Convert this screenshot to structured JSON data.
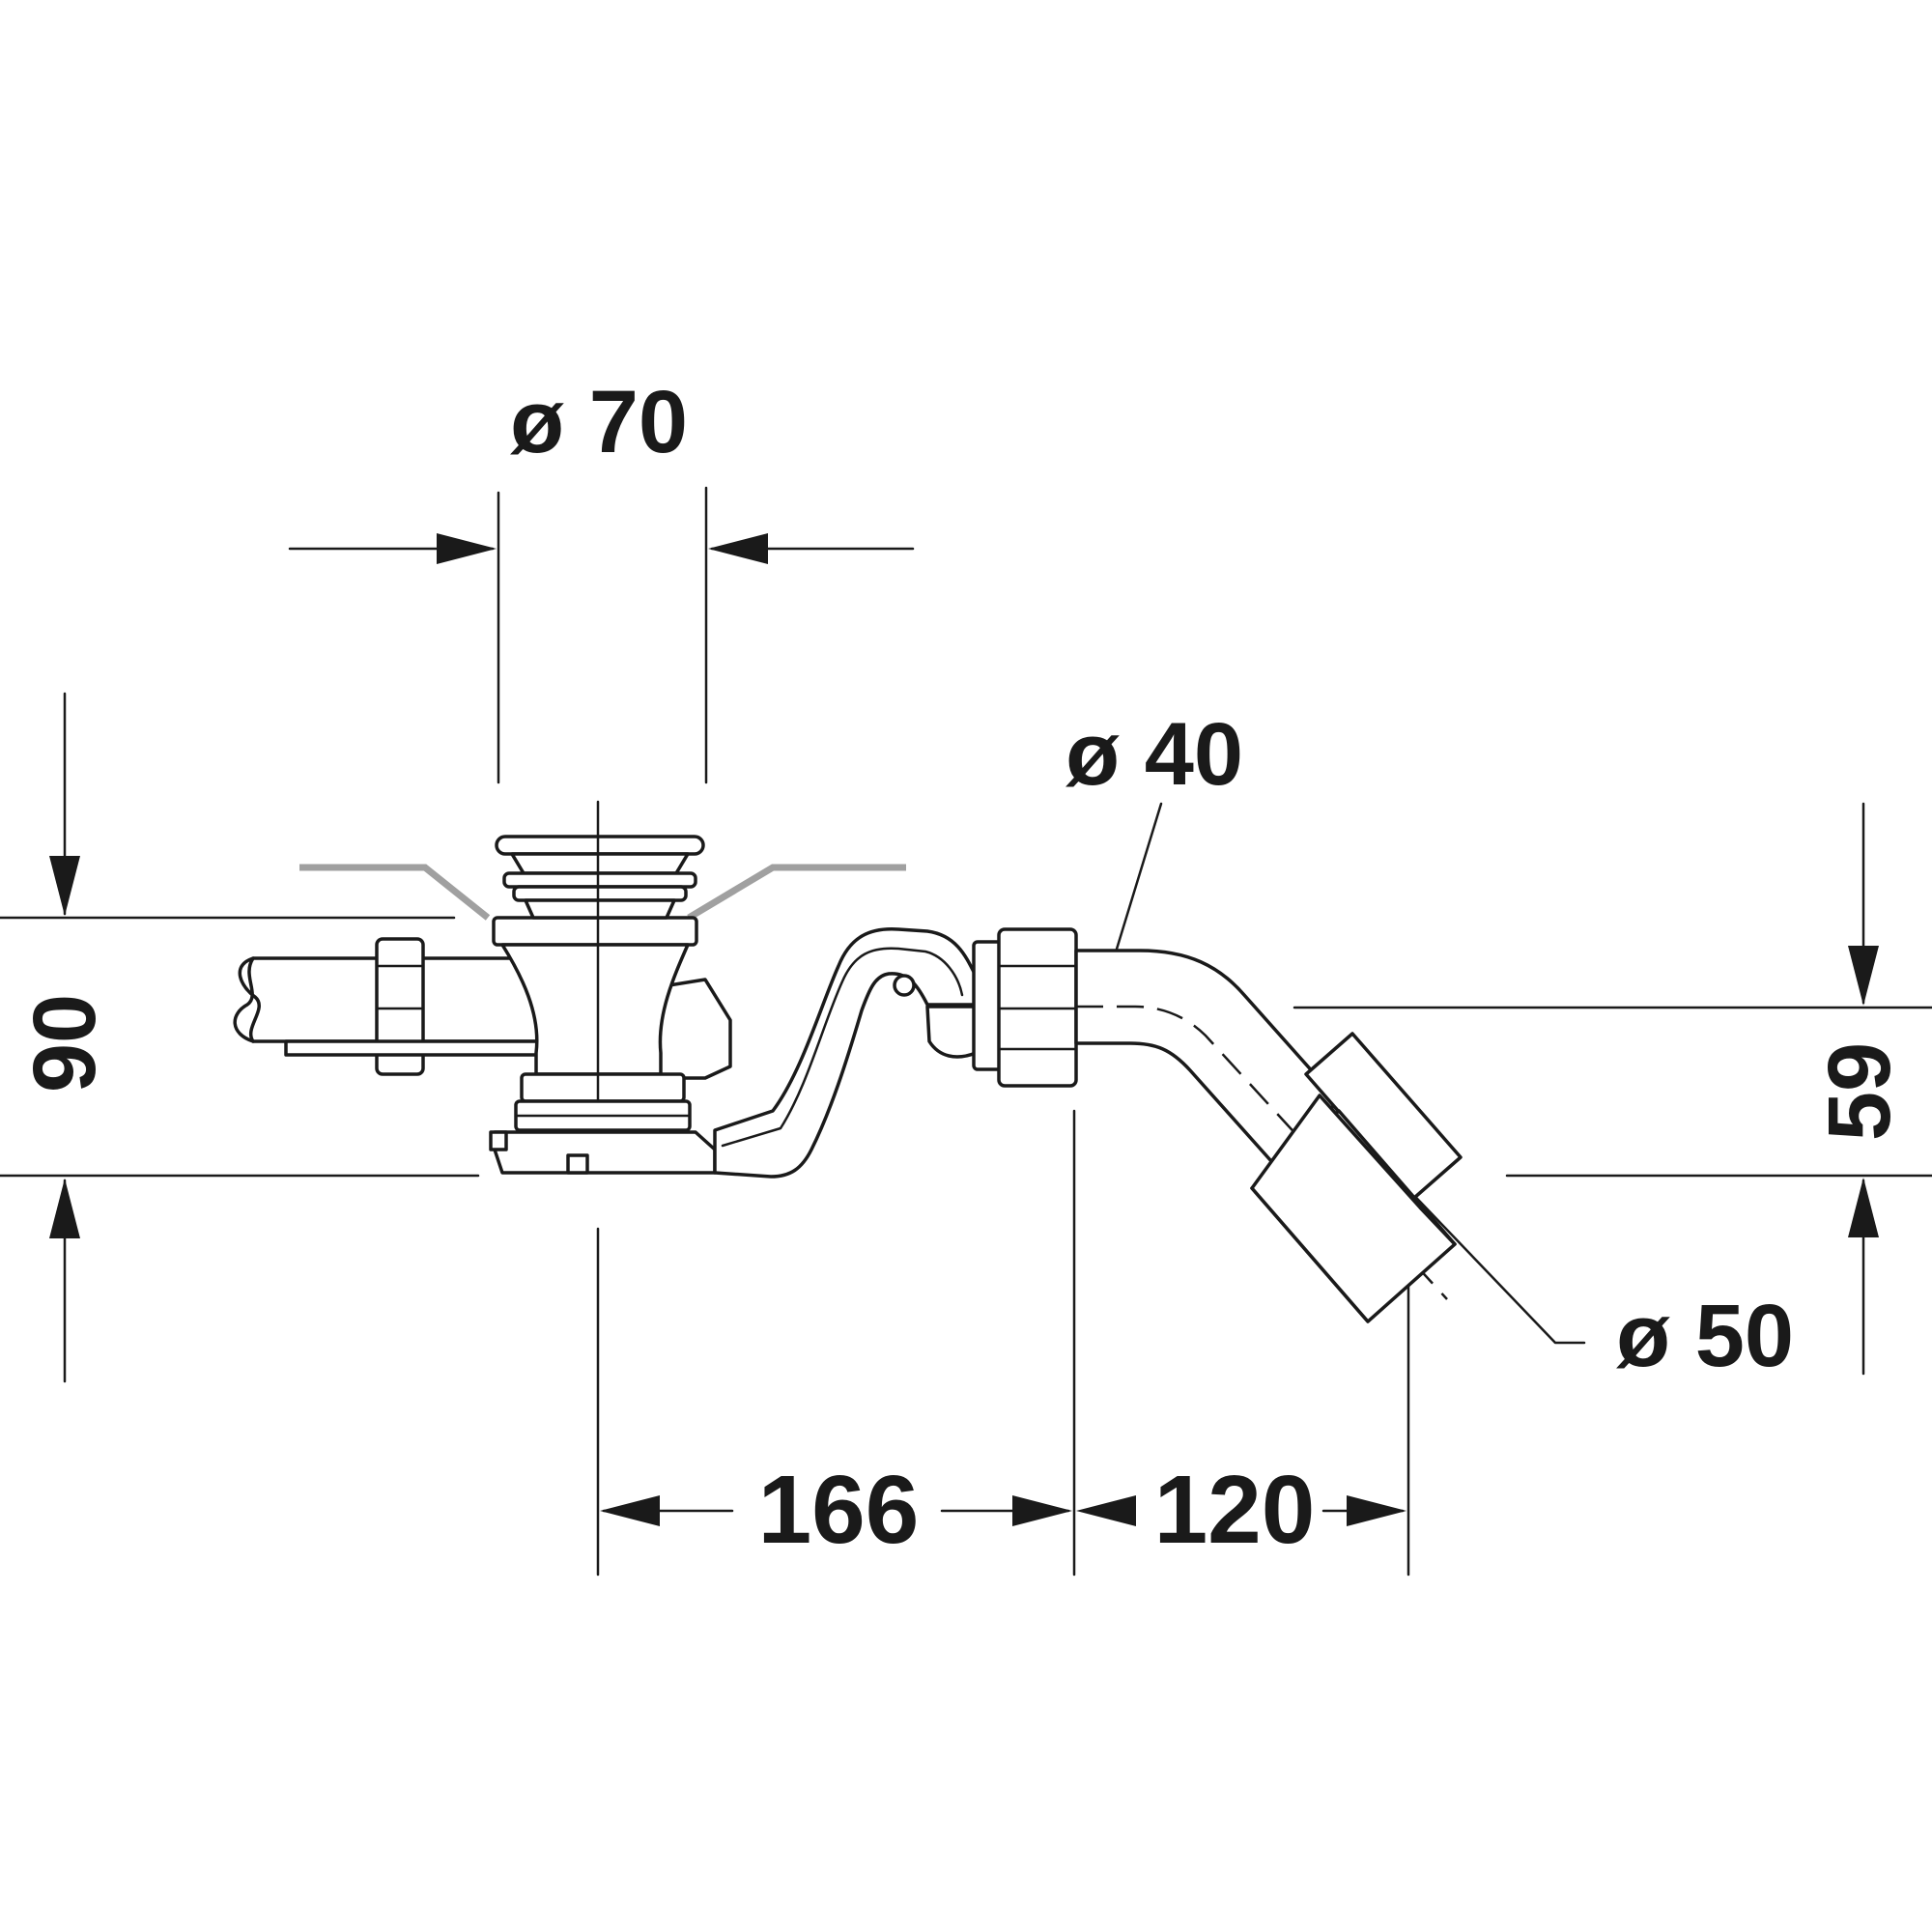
{
  "dimensions": {
    "overflow_diameter": "ø 70",
    "pipe_diameter": "ø 40",
    "outlet_diameter": "ø 50",
    "total_height": "90",
    "outlet_height": "59",
    "horizontal_distance_1": "166",
    "horizontal_distance_2": "120"
  },
  "colors": {
    "line": "#1a1a1a",
    "bath_surface": "#a0a0a0",
    "background": "#ffffff"
  }
}
